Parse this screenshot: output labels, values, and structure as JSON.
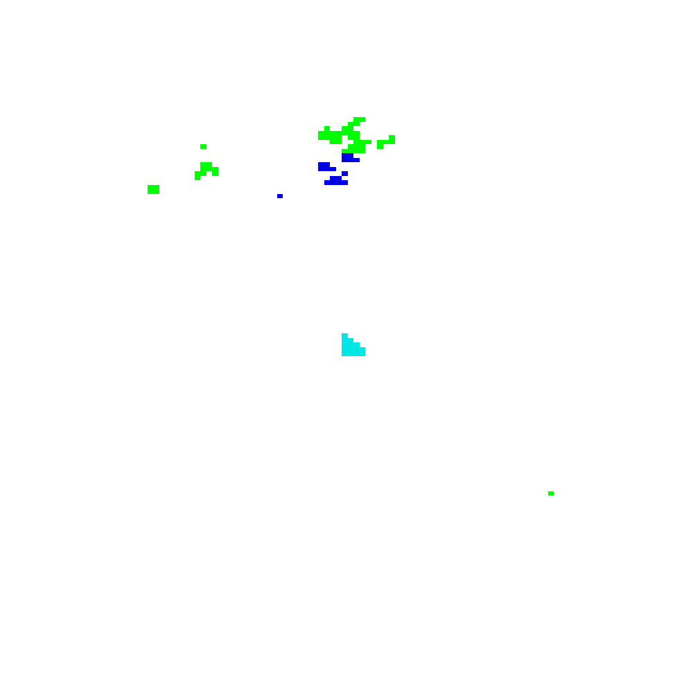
{
  "palette": {
    "background": "#ffffff",
    "green": "#00ff00",
    "blue": "#0000e6",
    "cyan": "#00e5e5"
  },
  "grid": {
    "cols": 118,
    "rows": 155
  },
  "clusters": [
    {
      "name": "green-colony-top",
      "color": "green",
      "cells": [
        [
          60,
          26
        ],
        [
          61,
          26
        ],
        [
          59,
          27
        ],
        [
          60,
          27
        ],
        [
          55,
          28
        ],
        [
          58,
          28
        ],
        [
          59,
          28
        ],
        [
          55,
          29
        ],
        [
          56,
          29
        ],
        [
          57,
          29
        ],
        [
          58,
          29
        ],
        [
          59,
          29
        ],
        [
          60,
          29
        ],
        [
          54,
          29
        ],
        [
          54,
          30
        ],
        [
          55,
          30
        ],
        [
          56,
          30
        ],
        [
          57,
          30
        ],
        [
          59,
          30
        ],
        [
          60,
          30
        ],
        [
          56,
          31
        ],
        [
          57,
          31
        ],
        [
          60,
          31
        ],
        [
          61,
          31
        ],
        [
          62,
          31
        ],
        [
          66,
          30
        ],
        [
          66,
          31
        ],
        [
          64,
          31
        ],
        [
          65,
          31
        ],
        [
          64,
          32
        ],
        [
          59,
          32
        ],
        [
          60,
          32
        ],
        [
          61,
          32
        ],
        [
          58,
          33
        ],
        [
          59,
          33
        ],
        [
          60,
          33
        ],
        [
          61,
          33
        ]
      ]
    },
    {
      "name": "blue-colony",
      "color": "blue",
      "cells": [
        [
          58,
          34
        ],
        [
          59,
          34
        ],
        [
          58,
          35
        ],
        [
          59,
          35
        ],
        [
          60,
          35
        ],
        [
          54,
          36
        ],
        [
          55,
          36
        ],
        [
          54,
          37
        ],
        [
          55,
          37
        ],
        [
          56,
          37
        ],
        [
          58,
          38
        ],
        [
          56,
          39
        ],
        [
          57,
          39
        ],
        [
          55,
          40
        ],
        [
          56,
          40
        ],
        [
          57,
          40
        ],
        [
          58,
          40
        ],
        [
          47,
          43
        ]
      ]
    },
    {
      "name": "green-colony-left",
      "color": "green",
      "cells": [
        [
          34,
          32
        ],
        [
          34,
          36
        ],
        [
          35,
          36
        ],
        [
          34,
          37
        ],
        [
          35,
          37
        ],
        [
          36,
          37
        ],
        [
          33,
          38
        ],
        [
          34,
          38
        ],
        [
          36,
          38
        ],
        [
          33,
          39
        ]
      ]
    },
    {
      "name": "green-colony-far-left",
      "color": "green",
      "cells": [
        [
          25,
          41
        ],
        [
          26,
          41
        ],
        [
          25,
          42
        ],
        [
          26,
          42
        ]
      ]
    },
    {
      "name": "cyan-colony",
      "color": "cyan",
      "cells": [
        [
          58,
          74
        ],
        [
          58,
          75
        ],
        [
          59,
          75
        ],
        [
          58,
          76
        ],
        [
          59,
          76
        ],
        [
          60,
          76
        ],
        [
          58,
          77
        ],
        [
          59,
          77
        ],
        [
          60,
          77
        ],
        [
          61,
          77
        ],
        [
          58,
          78
        ],
        [
          59,
          78
        ],
        [
          60,
          78
        ],
        [
          61,
          78
        ]
      ]
    },
    {
      "name": "green-colony-bottom-right",
      "color": "green",
      "cells": [
        [
          93,
          109
        ]
      ]
    }
  ]
}
